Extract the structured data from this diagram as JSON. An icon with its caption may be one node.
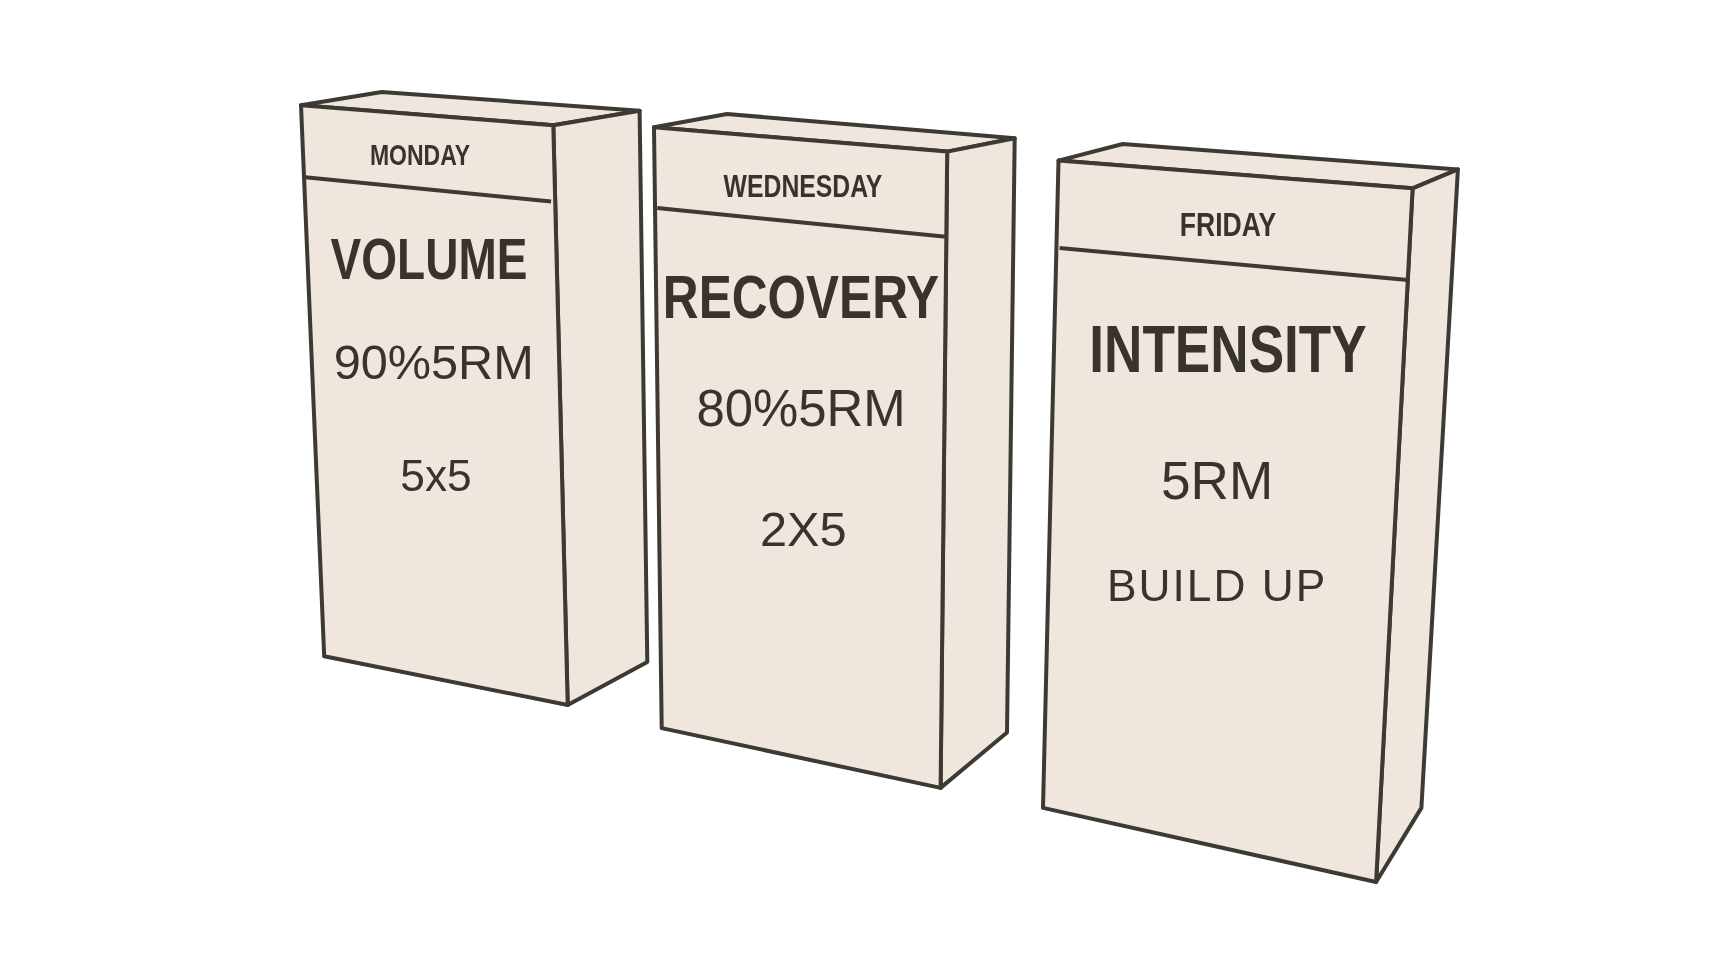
{
  "diagram": {
    "nodes": [
      {
        "text": [
          "MONDAY",
          "VOLUME",
          "90%5RM",
          "5x5"
        ]
      },
      {
        "text": [
          "WEDNESDAY",
          "RECOVERY",
          "80%5RM",
          "2X5"
        ]
      },
      {
        "text": [
          "FRIDAY",
          "INTENSITY",
          "5RM",
          "BUILD UP"
        ]
      }
    ]
  }
}
